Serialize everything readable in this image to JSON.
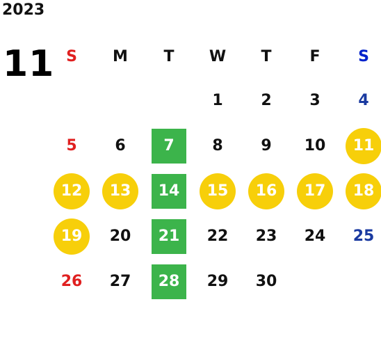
{
  "year": "2023",
  "month": "11",
  "weekdays": [
    {
      "label": "S",
      "color": "red"
    },
    {
      "label": "M",
      "color": "black"
    },
    {
      "label": "T",
      "color": "black"
    },
    {
      "label": "W",
      "color": "black"
    },
    {
      "label": "T",
      "color": "black"
    },
    {
      "label": "F",
      "color": "black"
    },
    {
      "label": "S",
      "color": "blue"
    }
  ],
  "weeks": [
    [
      null,
      null,
      null,
      {
        "d": "1"
      },
      {
        "d": "2"
      },
      {
        "d": "3"
      },
      {
        "d": "4"
      }
    ],
    [
      {
        "d": "5"
      },
      {
        "d": "6"
      },
      {
        "d": "7",
        "mark": "square"
      },
      {
        "d": "8"
      },
      {
        "d": "9"
      },
      {
        "d": "10"
      },
      {
        "d": "11",
        "mark": "circle"
      }
    ],
    [
      {
        "d": "12",
        "mark": "circle"
      },
      {
        "d": "13",
        "mark": "circle"
      },
      {
        "d": "14",
        "mark": "square"
      },
      {
        "d": "15",
        "mark": "circle"
      },
      {
        "d": "16",
        "mark": "circle"
      },
      {
        "d": "17",
        "mark": "circle"
      },
      {
        "d": "18",
        "mark": "circle"
      }
    ],
    [
      {
        "d": "19",
        "mark": "circle"
      },
      {
        "d": "20"
      },
      {
        "d": "21",
        "mark": "square"
      },
      {
        "d": "22"
      },
      {
        "d": "23"
      },
      {
        "d": "24"
      },
      {
        "d": "25"
      }
    ],
    [
      {
        "d": "26"
      },
      {
        "d": "27"
      },
      {
        "d": "28",
        "mark": "square"
      },
      {
        "d": "29"
      },
      {
        "d": "30"
      },
      null,
      null
    ]
  ],
  "colors": {
    "circle_mark": "#f7cf0a",
    "square_mark": "#3cb44b",
    "sunday": "#e02020",
    "saturday": "#1a3aa0"
  }
}
